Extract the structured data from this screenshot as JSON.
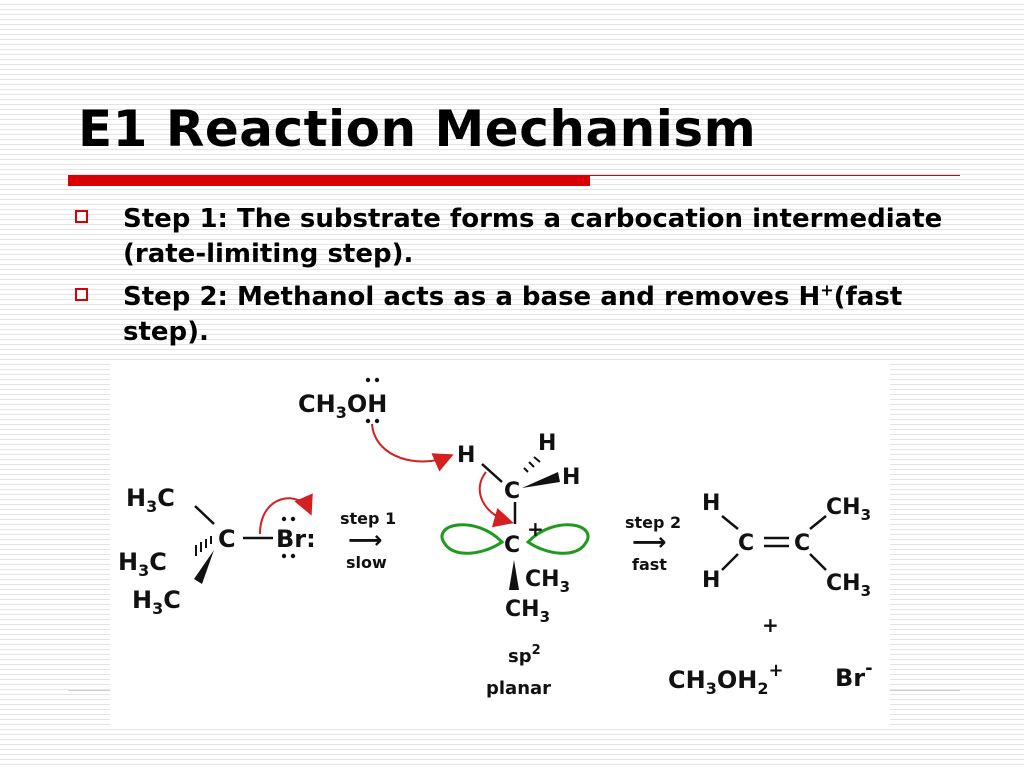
{
  "slide": {
    "title": "E1 Reaction Mechanism",
    "accent_color": "#d80000",
    "bullets": [
      {
        "label": "Step 1:",
        "text": "  The substrate forms a carbocation intermediate (rate-limiting step)."
      },
      {
        "label": "Step 2:",
        "text": "  Methanol acts as a base and removes ",
        "sup_base": "H",
        "sup": "+",
        "tail": "(fast step)."
      }
    ]
  },
  "figure": {
    "methanol": {
      "ch": "CH",
      "sub": "3",
      "o": "O",
      "h": "H"
    },
    "substrate": {
      "h3c_a": "H",
      "sub3_a": "3",
      "c_a": "C",
      "h3c_b": "H",
      "sub3_b": "3",
      "c_b": "C",
      "h3c_c": "H",
      "sub3_c": "3",
      "c_c": "C",
      "center_c": "C",
      "br": "Br:"
    },
    "step1": {
      "label": "step 1",
      "arrow": "⟶",
      "speed": "slow"
    },
    "carbocation": {
      "h_left": "H",
      "h_top": "H",
      "h_right": "H",
      "c_upper": "C",
      "c_center": "C",
      "plus": "+",
      "ch": "CH",
      "sub": "3",
      "ch_b": "CH",
      "sub_b": "3",
      "hyb": "sp",
      "hyb_sup": "2",
      "geometry": "planar"
    },
    "step2": {
      "label": "step 2",
      "arrow": "⟶",
      "speed": "fast"
    },
    "alkene": {
      "h_top": "H",
      "h_bottom": "H",
      "c_left": "C",
      "c_right": "C",
      "ch_top": "CH",
      "sub_top": "3",
      "ch_bottom": "CH",
      "sub_bottom": "3"
    },
    "products": {
      "plus": "+",
      "ch": "CH",
      "sub": "3",
      "oh": "OH",
      "sub2": "2",
      "plus_sup": "+",
      "br": "Br",
      "minus_sup": "-"
    },
    "colors": {
      "arrow": "#d42020",
      "orbital": "#1f9a1f",
      "text": "#111111"
    }
  }
}
